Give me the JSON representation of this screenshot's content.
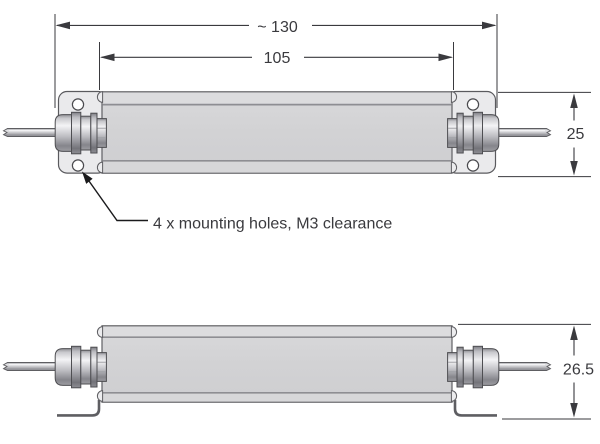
{
  "drawing": {
    "kind": "technical dimension drawing, two orthographic views of an in-line enclosure with cable glands and mounting flanges"
  },
  "dimensions": {
    "overall_length": {
      "label": "~ 130",
      "value": 130,
      "approximate": true
    },
    "body_length": {
      "label": "105",
      "value": 105
    },
    "flange_width": {
      "label": "25",
      "value": 25
    },
    "overall_height": {
      "label": "26.5",
      "value": 26.5
    }
  },
  "annotation": {
    "mounting_holes": "4 x mounting holes, M3 clearance"
  },
  "colors": {
    "dim-color": "#3a3a3e",
    "leader-color": "#1a1a1c",
    "label-color": "#3a3a3e",
    "outline": "#55555a"
  }
}
